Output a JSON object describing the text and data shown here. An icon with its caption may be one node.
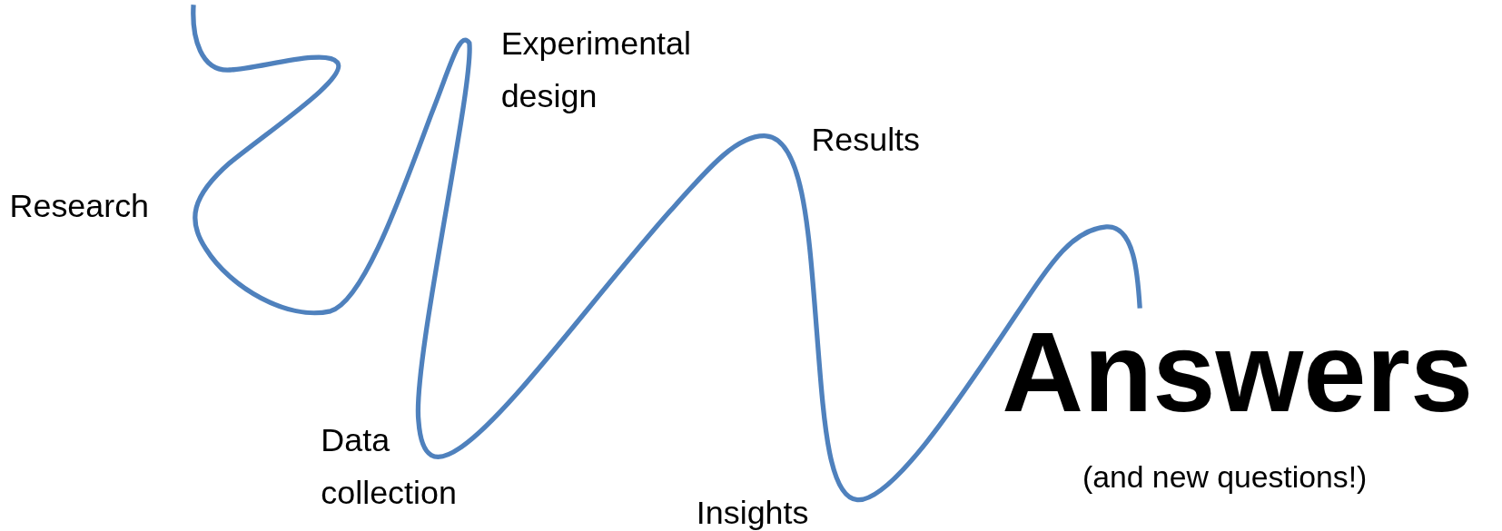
{
  "diagram": {
    "labels": [
      "Experimental design",
      "Results",
      "Research",
      "Answers",
      "Data collection",
      "(and new questions!)",
      "Insights"
    ]
  }
}
